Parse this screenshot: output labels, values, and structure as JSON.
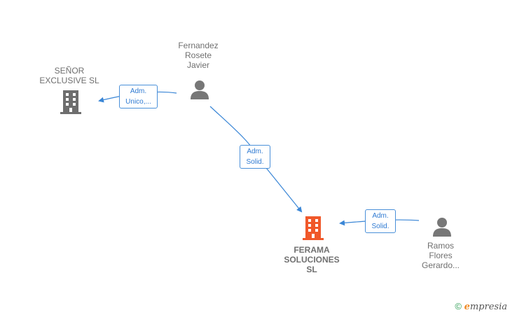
{
  "nodes": {
    "senor": {
      "lines": [
        "SEÑOR",
        "EXCLUSIVE  SL"
      ],
      "type": "company"
    },
    "fernandez": {
      "lines": [
        "Fernandez",
        "Rosete",
        "Javier"
      ],
      "type": "person"
    },
    "ferama": {
      "lines": [
        "FERAMA",
        "SOLUCIONES",
        "SL"
      ],
      "type": "company-main"
    },
    "ramos": {
      "lines": [
        "Ramos",
        "Flores",
        "Gerardo..."
      ],
      "type": "person"
    }
  },
  "edges": {
    "fernandez_senor": {
      "lines": [
        "Adm.",
        "Unico,..."
      ]
    },
    "fernandez_ferama": {
      "lines": [
        "Adm.",
        "Solid."
      ]
    },
    "ramos_ferama": {
      "lines": [
        "Adm.",
        "Solid."
      ]
    }
  },
  "colors": {
    "company_icon": "#6e6e6e",
    "main_company_icon": "#f0582a",
    "person_icon": "#777777",
    "edge": "#3a86d6"
  },
  "footer": {
    "copyright_symbol": "©",
    "brand_first": "e",
    "brand_rest": "mpresia"
  }
}
